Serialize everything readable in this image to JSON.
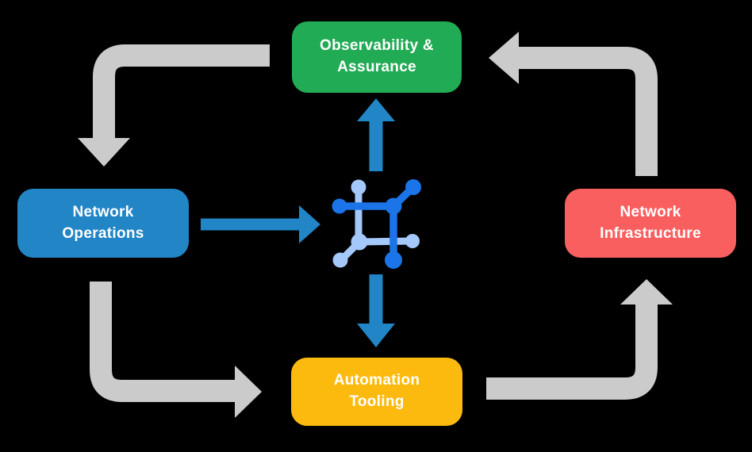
{
  "diagram": {
    "background_color": "#000000",
    "text_color": "#ffffff",
    "nodes": [
      {
        "id": "observability-assurance",
        "line1": "Observability &",
        "line2": "Assurance",
        "color": "#22ab55"
      },
      {
        "id": "network-operations",
        "line1": "Network",
        "line2": "Operations",
        "color": "#2185c6"
      },
      {
        "id": "network-infrastructure",
        "line1": "Network",
        "line2": "Infrastructure",
        "color": "#fa5f5f"
      },
      {
        "id": "automation-tooling",
        "line1": "Automation",
        "line2": "Tooling",
        "color": "#fcba0e"
      }
    ],
    "arrows": {
      "gray_color": "#cbcbcb",
      "blue_color": "#2185c6",
      "cycle": [
        {
          "from": "observability-assurance",
          "to": "network-operations",
          "direction": "down"
        },
        {
          "from": "network-operations",
          "to": "automation-tooling",
          "direction": "right"
        },
        {
          "from": "automation-tooling",
          "to": "network-infrastructure",
          "direction": "up"
        },
        {
          "from": "network-infrastructure",
          "to": "observability-assurance",
          "direction": "left"
        }
      ],
      "hub": [
        {
          "from": "network-operations",
          "to": "hub-icon",
          "direction": "right"
        },
        {
          "from": "hub-icon",
          "to": "observability-assurance",
          "direction": "up"
        },
        {
          "from": "hub-icon",
          "to": "automation-tooling",
          "direction": "down"
        }
      ]
    },
    "hub_icon": {
      "name": "network-automation-icon",
      "dark_blue": "#1b74e8",
      "light_blue": "#a5c8fa"
    }
  }
}
